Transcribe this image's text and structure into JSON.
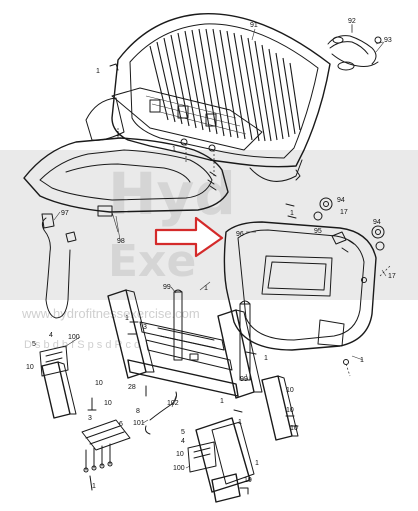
{
  "watermark": {
    "line1": "Hyd",
    "line2": "Exe",
    "url": "www.hydrofitnessexercise.com",
    "tagline": "D s   b  d b   f    S  p  s  d   R  c  d"
  },
  "labels": {
    "n91": "91",
    "n92": "92",
    "n93": "93",
    "n97": "97",
    "n98": "98",
    "n96": "96",
    "n94a": "94",
    "n17a": "17",
    "n94b": "94",
    "n95": "95",
    "n17b": "17",
    "n99a": "99",
    "n99b": "99",
    "n102": "102",
    "n101": "101",
    "n8": "8",
    "n28": "28",
    "n6": "6",
    "n3a": "3",
    "n3b": "3",
    "n100a": "100",
    "n100b": "100",
    "n1a": "1",
    "n1b": "1",
    "n1c": "1",
    "n1d": "1",
    "n1e": "1",
    "n1f": "1",
    "n1g": "1",
    "n1h": "1",
    "n1i": "1",
    "n1j": "1",
    "n1k": "1",
    "n1l": "1",
    "n4a": "4",
    "n4b": "4",
    "n5a": "5",
    "n5b": "5",
    "n10a": "10",
    "n10b": "10",
    "n10c": "10",
    "n10d": "10",
    "n10e": "10",
    "n10f": "10",
    "n10g": "10",
    "n10h": "10"
  },
  "colors": {
    "arrow": "#d42a2a",
    "ink": "#1a1a1a",
    "watermark": "#cfcfcf"
  }
}
